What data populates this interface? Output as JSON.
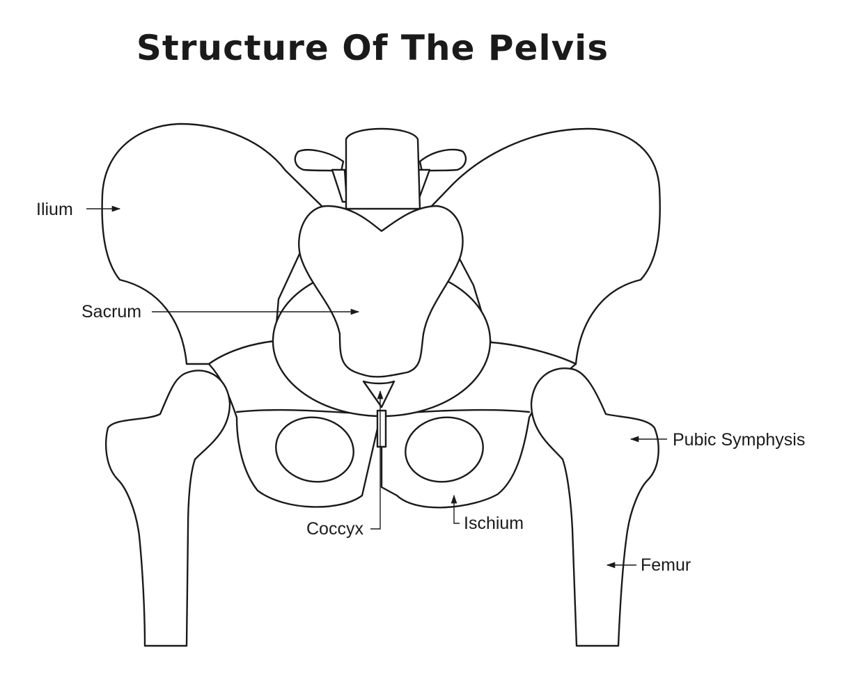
{
  "title": "Structure Of The Pelvis",
  "labels": {
    "ilium": "Ilium",
    "sacrum": "Sacrum",
    "pubic_symphysis": "Pubic Symphysis",
    "coccyx": "Coccyx",
    "ischium": "Ischium",
    "femur": "Femur"
  },
  "colors": {
    "stroke": "#1a1a1a",
    "background": "#ffffff"
  }
}
